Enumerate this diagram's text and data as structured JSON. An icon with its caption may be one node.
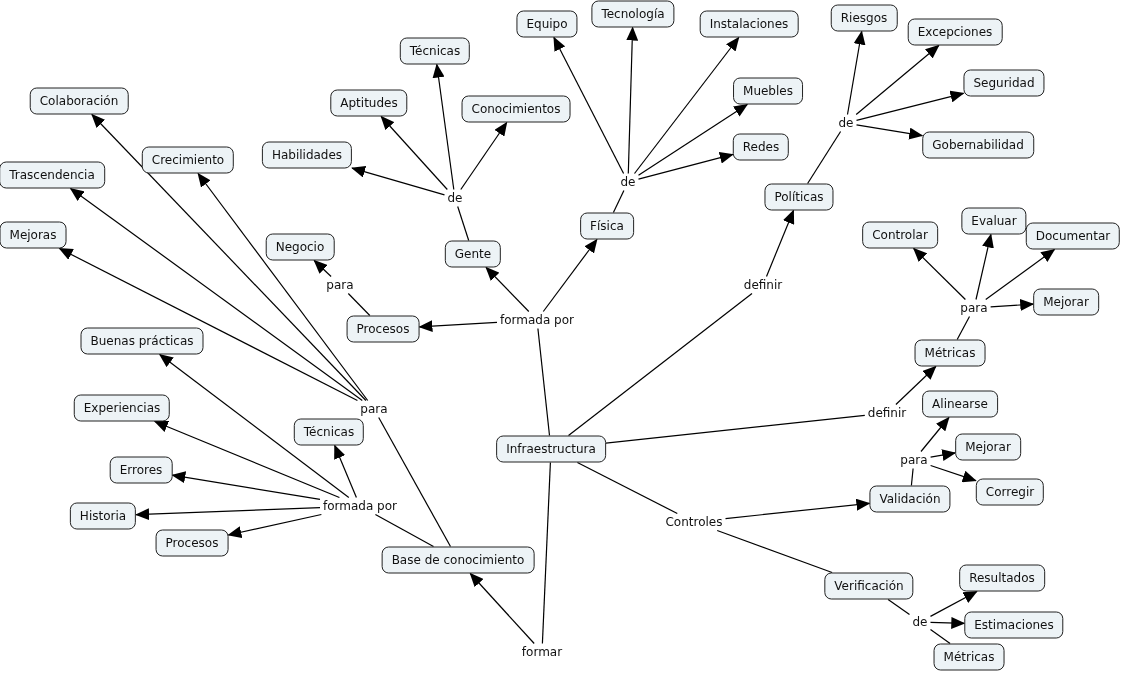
{
  "diagram": {
    "nodes": [
      {
        "text": [
          "Infraestructura"
        ]
      },
      {
        "text": [
          "formada por"
        ]
      },
      {
        "text": [
          "Gente"
        ]
      },
      {
        "text": [
          "Física"
        ]
      },
      {
        "text": [
          "Procesos"
        ]
      },
      {
        "text": [
          "de"
        ]
      },
      {
        "text": [
          "Habilidades"
        ]
      },
      {
        "text": [
          "Aptitudes"
        ]
      },
      {
        "text": [
          "Técnicas"
        ]
      },
      {
        "text": [
          "Conocimientos"
        ]
      },
      {
        "text": [
          "de"
        ]
      },
      {
        "text": [
          "Equipo"
        ]
      },
      {
        "text": [
          "Tecnología"
        ]
      },
      {
        "text": [
          "Instalaciones"
        ]
      },
      {
        "text": [
          "Muebles"
        ]
      },
      {
        "text": [
          "Redes"
        ]
      },
      {
        "text": [
          "para"
        ]
      },
      {
        "text": [
          "Negocio"
        ]
      },
      {
        "text": [
          "definir"
        ]
      },
      {
        "text": [
          "Políticas"
        ]
      },
      {
        "text": [
          "de"
        ]
      },
      {
        "text": [
          "Riesgos"
        ]
      },
      {
        "text": [
          "Excepciones"
        ]
      },
      {
        "text": [
          "Seguridad"
        ]
      },
      {
        "text": [
          "Gobernabilidad"
        ]
      },
      {
        "text": [
          "definir"
        ]
      },
      {
        "text": [
          "Métricas"
        ]
      },
      {
        "text": [
          "para"
        ]
      },
      {
        "text": [
          "Controlar"
        ]
      },
      {
        "text": [
          "Evaluar"
        ]
      },
      {
        "text": [
          "Documentar"
        ]
      },
      {
        "text": [
          "Mejorar"
        ]
      },
      {
        "text": [
          "Controles"
        ]
      },
      {
        "text": [
          "Validación"
        ]
      },
      {
        "text": [
          "para"
        ]
      },
      {
        "text": [
          "Alinearse"
        ]
      },
      {
        "text": [
          "Mejorar"
        ]
      },
      {
        "text": [
          "Corregir"
        ]
      },
      {
        "text": [
          "Verificación"
        ]
      },
      {
        "text": [
          "de"
        ]
      },
      {
        "text": [
          "Resultados"
        ]
      },
      {
        "text": [
          "Estimaciones"
        ]
      },
      {
        "text": [
          "Métricas"
        ]
      },
      {
        "text": [
          "formar"
        ]
      },
      {
        "text": [
          "Base de conocimiento"
        ]
      },
      {
        "text": [
          "para"
        ]
      },
      {
        "text": [
          "Colaboración"
        ]
      },
      {
        "text": [
          "Crecimiento"
        ]
      },
      {
        "text": [
          "Trascendencia"
        ]
      },
      {
        "text": [
          "Mejoras"
        ]
      },
      {
        "text": [
          "formada por"
        ]
      },
      {
        "text": [
          "Buenas prácticas"
        ]
      },
      {
        "text": [
          "Experiencias"
        ]
      },
      {
        "text": [
          "Técnicas"
        ]
      },
      {
        "text": [
          "Errores"
        ]
      },
      {
        "text": [
          "Historia"
        ]
      },
      {
        "text": [
          "Procesos"
        ]
      }
    ],
    "edges": [
      {
        "from": 0,
        "to": 1,
        "arrow": "none"
      },
      {
        "from": 1,
        "to": 2,
        "arrow": "to"
      },
      {
        "from": 1,
        "to": 3,
        "arrow": "to"
      },
      {
        "from": 1,
        "to": 4,
        "arrow": "to"
      },
      {
        "from": 2,
        "to": 5,
        "arrow": "none"
      },
      {
        "from": 5,
        "to": 6,
        "arrow": "to"
      },
      {
        "from": 5,
        "to": 7,
        "arrow": "to"
      },
      {
        "from": 5,
        "to": 8,
        "arrow": "to"
      },
      {
        "from": 5,
        "to": 9,
        "arrow": "to"
      },
      {
        "from": 3,
        "to": 10,
        "arrow": "none"
      },
      {
        "from": 10,
        "to": 11,
        "arrow": "to"
      },
      {
        "from": 10,
        "to": 12,
        "arrow": "to"
      },
      {
        "from": 10,
        "to": 13,
        "arrow": "to"
      },
      {
        "from": 10,
        "to": 14,
        "arrow": "to"
      },
      {
        "from": 10,
        "to": 15,
        "arrow": "to"
      },
      {
        "from": 4,
        "to": 16,
        "arrow": "none"
      },
      {
        "from": 16,
        "to": 17,
        "arrow": "to"
      },
      {
        "from": 0,
        "to": 18,
        "arrow": "none"
      },
      {
        "from": 18,
        "to": 19,
        "arrow": "to"
      },
      {
        "from": 19,
        "to": 20,
        "arrow": "none"
      },
      {
        "from": 20,
        "to": 21,
        "arrow": "to"
      },
      {
        "from": 20,
        "to": 22,
        "arrow": "to"
      },
      {
        "from": 20,
        "to": 23,
        "arrow": "to"
      },
      {
        "from": 20,
        "to": 24,
        "arrow": "to"
      },
      {
        "from": 0,
        "to": 25,
        "arrow": "none"
      },
      {
        "from": 25,
        "to": 26,
        "arrow": "to"
      },
      {
        "from": 26,
        "to": 27,
        "arrow": "none"
      },
      {
        "from": 27,
        "to": 28,
        "arrow": "to"
      },
      {
        "from": 27,
        "to": 29,
        "arrow": "to"
      },
      {
        "from": 27,
        "to": 30,
        "arrow": "to"
      },
      {
        "from": 27,
        "to": 31,
        "arrow": "to"
      },
      {
        "from": 0,
        "to": 32,
        "arrow": "none"
      },
      {
        "from": 32,
        "to": 33,
        "arrow": "to"
      },
      {
        "from": 32,
        "to": 38,
        "arrow": "none"
      },
      {
        "from": 33,
        "to": 34,
        "arrow": "none"
      },
      {
        "from": 34,
        "to": 35,
        "arrow": "to"
      },
      {
        "from": 34,
        "to": 36,
        "arrow": "to"
      },
      {
        "from": 34,
        "to": 37,
        "arrow": "to"
      },
      {
        "from": 38,
        "to": 39,
        "arrow": "none"
      },
      {
        "from": 39,
        "to": 40,
        "arrow": "to"
      },
      {
        "from": 39,
        "to": 41,
        "arrow": "to"
      },
      {
        "from": 42,
        "to": 39,
        "arrow": "none"
      },
      {
        "from": 0,
        "to": 43,
        "arrow": "none"
      },
      {
        "from": 43,
        "to": 44,
        "arrow": "to"
      },
      {
        "from": 44,
        "to": 45,
        "arrow": "none"
      },
      {
        "from": 45,
        "to": 46,
        "arrow": "to"
      },
      {
        "from": 45,
        "to": 47,
        "arrow": "to"
      },
      {
        "from": 45,
        "to": 48,
        "arrow": "to"
      },
      {
        "from": 45,
        "to": 49,
        "arrow": "to"
      },
      {
        "from": 44,
        "to": 50,
        "arrow": "none"
      },
      {
        "from": 50,
        "to": 51,
        "arrow": "to"
      },
      {
        "from": 50,
        "to": 52,
        "arrow": "to"
      },
      {
        "from": 50,
        "to": 53,
        "arrow": "to"
      },
      {
        "from": 50,
        "to": 54,
        "arrow": "to"
      },
      {
        "from": 50,
        "to": 55,
        "arrow": "to"
      },
      {
        "from": 50,
        "to": 56,
        "arrow": "to"
      }
    ]
  }
}
